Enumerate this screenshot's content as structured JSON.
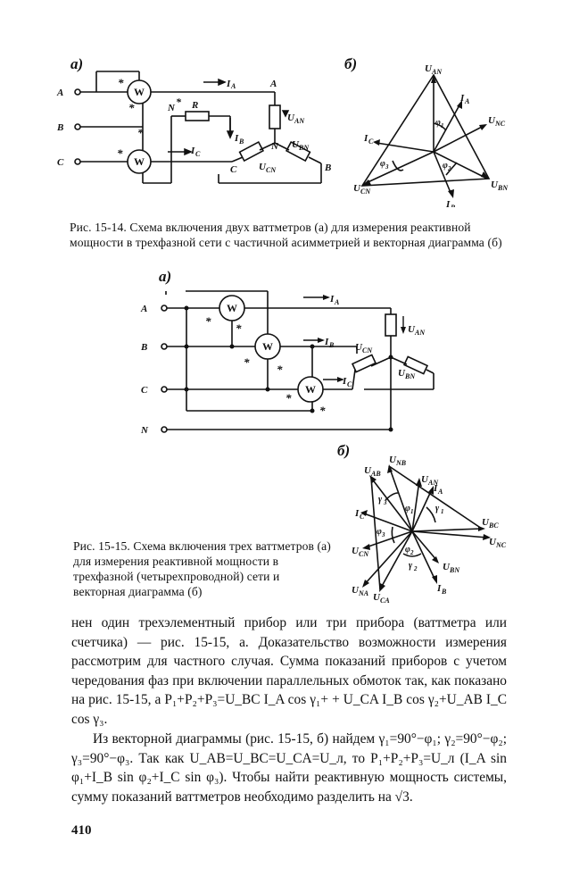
{
  "fig1": {
    "part_a": "а)",
    "part_b": "б)",
    "caption": "Рис. 15-14. Схема включения двух ваттметров (а) для измерения реактивной мощности в трехфазной сети с частичной асимметрией и векторная диаграмма (б)",
    "terminals": [
      "A",
      "B",
      "C"
    ],
    "meter": "W",
    "resistor": "R",
    "neutral": "N*",
    "currents": [
      "IA",
      "IB",
      "IC"
    ],
    "loads": [
      "UAN",
      "UBN",
      "UCN"
    ],
    "vectors": [
      "UAN",
      "UBN",
      "UCN",
      "UNC",
      "IA",
      "IB",
      "IC",
      "φ1",
      "φ2",
      "φ3"
    ]
  },
  "fig2": {
    "part_a": "а)",
    "part_b": "б)",
    "caption": "Рис. 15-15. Схема включения трех ваттметров (а) для измерения реактивной мощности в трехфазной (четырехпроводной) сети и векторная диаграмма (б)",
    "terminals": [
      "A",
      "B",
      "C",
      "N"
    ],
    "meter": "W",
    "vectors": [
      "UNB",
      "UAB",
      "UAN",
      "IA",
      "γ1",
      "γ3",
      "φ1",
      "IC",
      "UBC",
      "UNC",
      "φ3",
      "φ2",
      "UCN",
      "γ2",
      "UBN",
      "UNA",
      "UCA",
      "IB"
    ]
  },
  "text": {
    "p1": "нен один трехэлементный прибор или три прибора (ваттметра или счетчика) — рис. 15-15, а. Доказательство возможности измерения рассмотрим для частного случая. Сумма показаний приборов с учетом чередования фаз при включении параллельных обмоток так, как показано на рис. 15-15, а P₁+P₂+P₃=U_BC I_A cos γ₁+ + U_CA I_B cos γ₂+U_AB I_C cos γ₃.",
    "p2": "Из векторной диаграммы (рис. 15-15, б) найдем γ₁=90°−φ₁; γ₂=90°−φ₂; γ₃=90°−φ₃. Так как U_AB=U_BC=U_CA=U_л, то P₁+P₂+P₃=U_л (I_A sin φ₁+I_B sin φ₂+I_C sin φ₃). Чтобы найти реактивную мощность системы, сумму показаний ваттметров необходимо разделить на √3."
  },
  "page_number": "410"
}
